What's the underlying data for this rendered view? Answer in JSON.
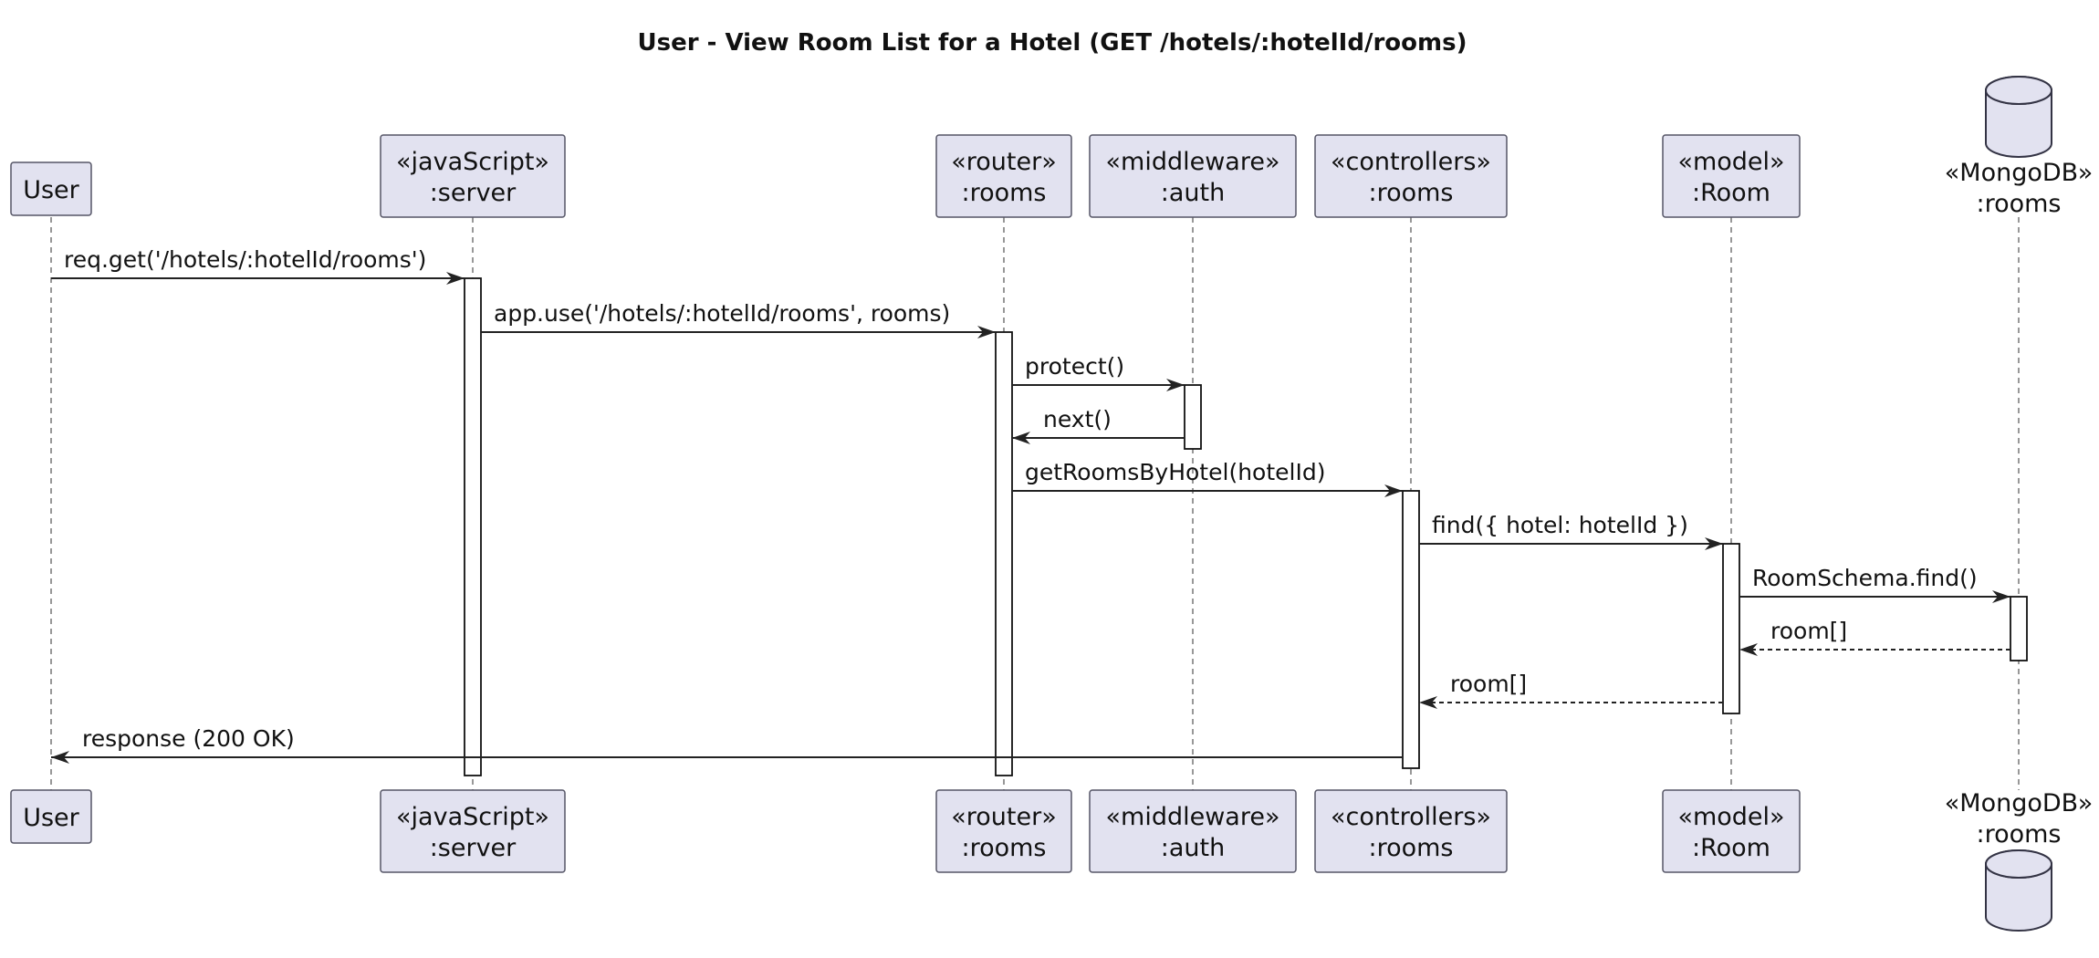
{
  "diagram": {
    "title": "User - View Room List for a Hotel (GET /hotels/:hotelId/rooms)",
    "participants": [
      {
        "id": "user",
        "kind": "participant",
        "stereotype": "",
        "name": "User"
      },
      {
        "id": "server",
        "kind": "participant",
        "stereotype": "«javaScript»",
        "name": ":server"
      },
      {
        "id": "router",
        "kind": "participant",
        "stereotype": "«router»",
        "name": ":rooms"
      },
      {
        "id": "auth",
        "kind": "participant",
        "stereotype": "«middleware»",
        "name": ":auth"
      },
      {
        "id": "controllers",
        "kind": "participant",
        "stereotype": "«controllers»",
        "name": ":rooms"
      },
      {
        "id": "model",
        "kind": "participant",
        "stereotype": "«model»",
        "name": ":Room"
      },
      {
        "id": "db",
        "kind": "database",
        "stereotype": "«MongoDB»",
        "name": ":rooms"
      }
    ],
    "messages": [
      {
        "from": "user",
        "to": "server",
        "label": "req.get('/hotels/:hotelId/rooms')",
        "return": false
      },
      {
        "from": "server",
        "to": "router",
        "label": "app.use('/hotels/:hotelId/rooms', rooms)",
        "return": false
      },
      {
        "from": "router",
        "to": "auth",
        "label": "protect()",
        "return": false
      },
      {
        "from": "auth",
        "to": "router",
        "label": "next()",
        "return": false
      },
      {
        "from": "router",
        "to": "controllers",
        "label": "getRoomsByHotel(hotelId)",
        "return": false
      },
      {
        "from": "controllers",
        "to": "model",
        "label": "find({ hotel: hotelId })",
        "return": false
      },
      {
        "from": "model",
        "to": "db",
        "label": "RoomSchema.find()",
        "return": false
      },
      {
        "from": "db",
        "to": "model",
        "label": "room[]",
        "return": true
      },
      {
        "from": "model",
        "to": "controllers",
        "label": "room[]",
        "return": true
      },
      {
        "from": "controllers",
        "to": "user",
        "label": "response (200 OK)",
        "return": false
      }
    ],
    "activations": [
      {
        "participant": "server",
        "from_msg": 0,
        "to_msg": "end"
      },
      {
        "participant": "router",
        "from_msg": 1,
        "to_msg": "end"
      },
      {
        "participant": "auth",
        "from_msg": 2,
        "to_msg": 3
      },
      {
        "participant": "controllers",
        "from_msg": 4,
        "to_msg": 9
      },
      {
        "participant": "model",
        "from_msg": 5,
        "to_msg": 8
      },
      {
        "participant": "db",
        "from_msg": 6,
        "to_msg": 7
      }
    ]
  }
}
